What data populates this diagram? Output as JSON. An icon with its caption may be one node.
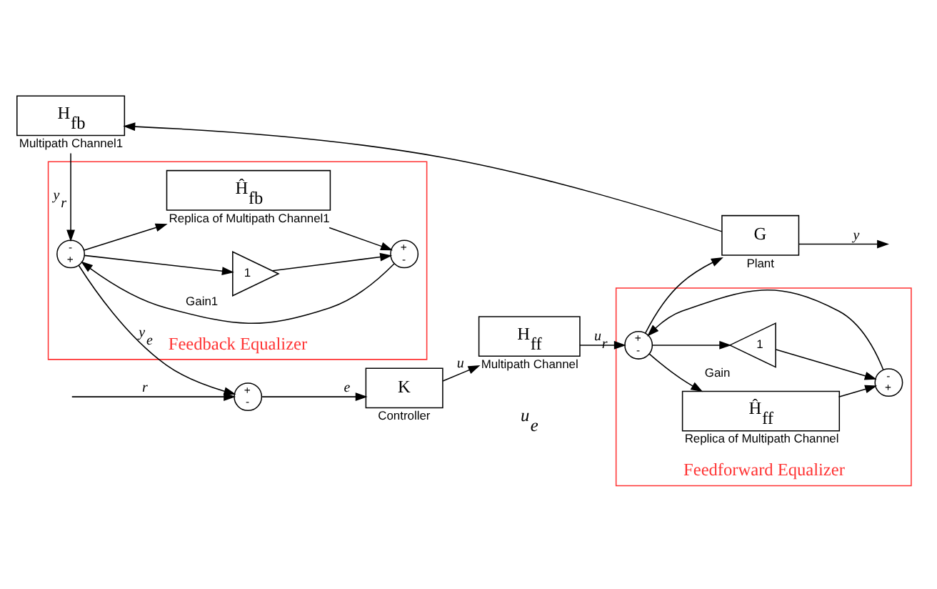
{
  "diagram": {
    "nodes": [
      {
        "text": [
          "+",
          "-"
        ]
      },
      {
        "text": [
          "K"
        ],
        "beside": [
          "Controller"
        ]
      },
      {
        "text": [
          "H$_{ff}$"
        ],
        "beside": [
          "Multipath Channel"
        ]
      },
      {
        "text": [
          "Feedforward Equalizer"
        ]
      },
      {
        "text": [
          "+",
          "-"
        ],
        "in": 3
      },
      {
        "text": [
          "-",
          "+"
        ],
        "in": 3
      },
      {
        "text": [
          "Ĥ$_{ff}$"
        ],
        "beside": [
          "Replica of Multipath Channel"
        ],
        "in": 3
      },
      {
        "text": [
          "1"
        ],
        "beside": [
          "Gain"
        ],
        "in": 3
      },
      {
        "text": [
          "G"
        ],
        "beside": [
          "Plant"
        ]
      },
      {
        "text": [
          "Feedback Equalizer"
        ]
      },
      {
        "text": [
          "1"
        ],
        "beside": [
          "Gain1"
        ],
        "in": 9
      },
      {
        "text": [
          "Ĥ$_{fb}$"
        ],
        "beside": [
          "Replica of Multipath Channel1"
        ],
        "in": 9
      },
      {
        "text": [
          "+",
          "-"
        ],
        "in": 9
      },
      {
        "text": [
          "-",
          "+"
        ],
        "in": 9
      },
      {
        "text": [
          "H$_{fb}$"
        ],
        "beside": [
          "Multipath Channel1"
        ]
      }
    ],
    "edges": [
      {
        "from": null,
        "to": 0,
        "arrow": "to",
        "label": "r"
      },
      {
        "from": 0,
        "to": 1,
        "arrow": "to",
        "label": "e"
      },
      {
        "from": 1,
        "to": 2,
        "arrow": "to",
        "label": "u"
      },
      {
        "from": 2,
        "to": 4,
        "arrow": "to",
        "label": "u$_{r}$"
      },
      {
        "from": 4,
        "to": 8,
        "arrow": "to"
      },
      {
        "from": 4,
        "to": 6,
        "arrow": "to"
      },
      {
        "from": 4,
        "to": 7,
        "arrow": "to"
      },
      {
        "from": 6,
        "to": 5,
        "arrow": "to"
      },
      {
        "from": 7,
        "to": 5,
        "arrow": "to"
      },
      {
        "from": 5,
        "to": 4,
        "arrow": "to"
      },
      {
        "from": 8,
        "to": null,
        "arrow": "to",
        "label": "y"
      },
      {
        "from": 8,
        "to": 14,
        "arrow": "to"
      },
      {
        "from": 14,
        "to": 13,
        "arrow": "to",
        "label": "y$_{r}$"
      },
      {
        "from": 13,
        "to": 0,
        "arrow": "to",
        "label": "y$_{e}$"
      },
      {
        "from": 13,
        "to": 10,
        "arrow": "to"
      },
      {
        "from": 13,
        "to": 11,
        "arrow": "to"
      },
      {
        "from": 10,
        "to": 12,
        "arrow": "to"
      },
      {
        "from": 11,
        "to": 12,
        "arrow": "to"
      },
      {
        "from": 12,
        "to": 13,
        "arrow": "to"
      }
    ],
    "labels": [
      "u$_{e}$"
    ]
  }
}
